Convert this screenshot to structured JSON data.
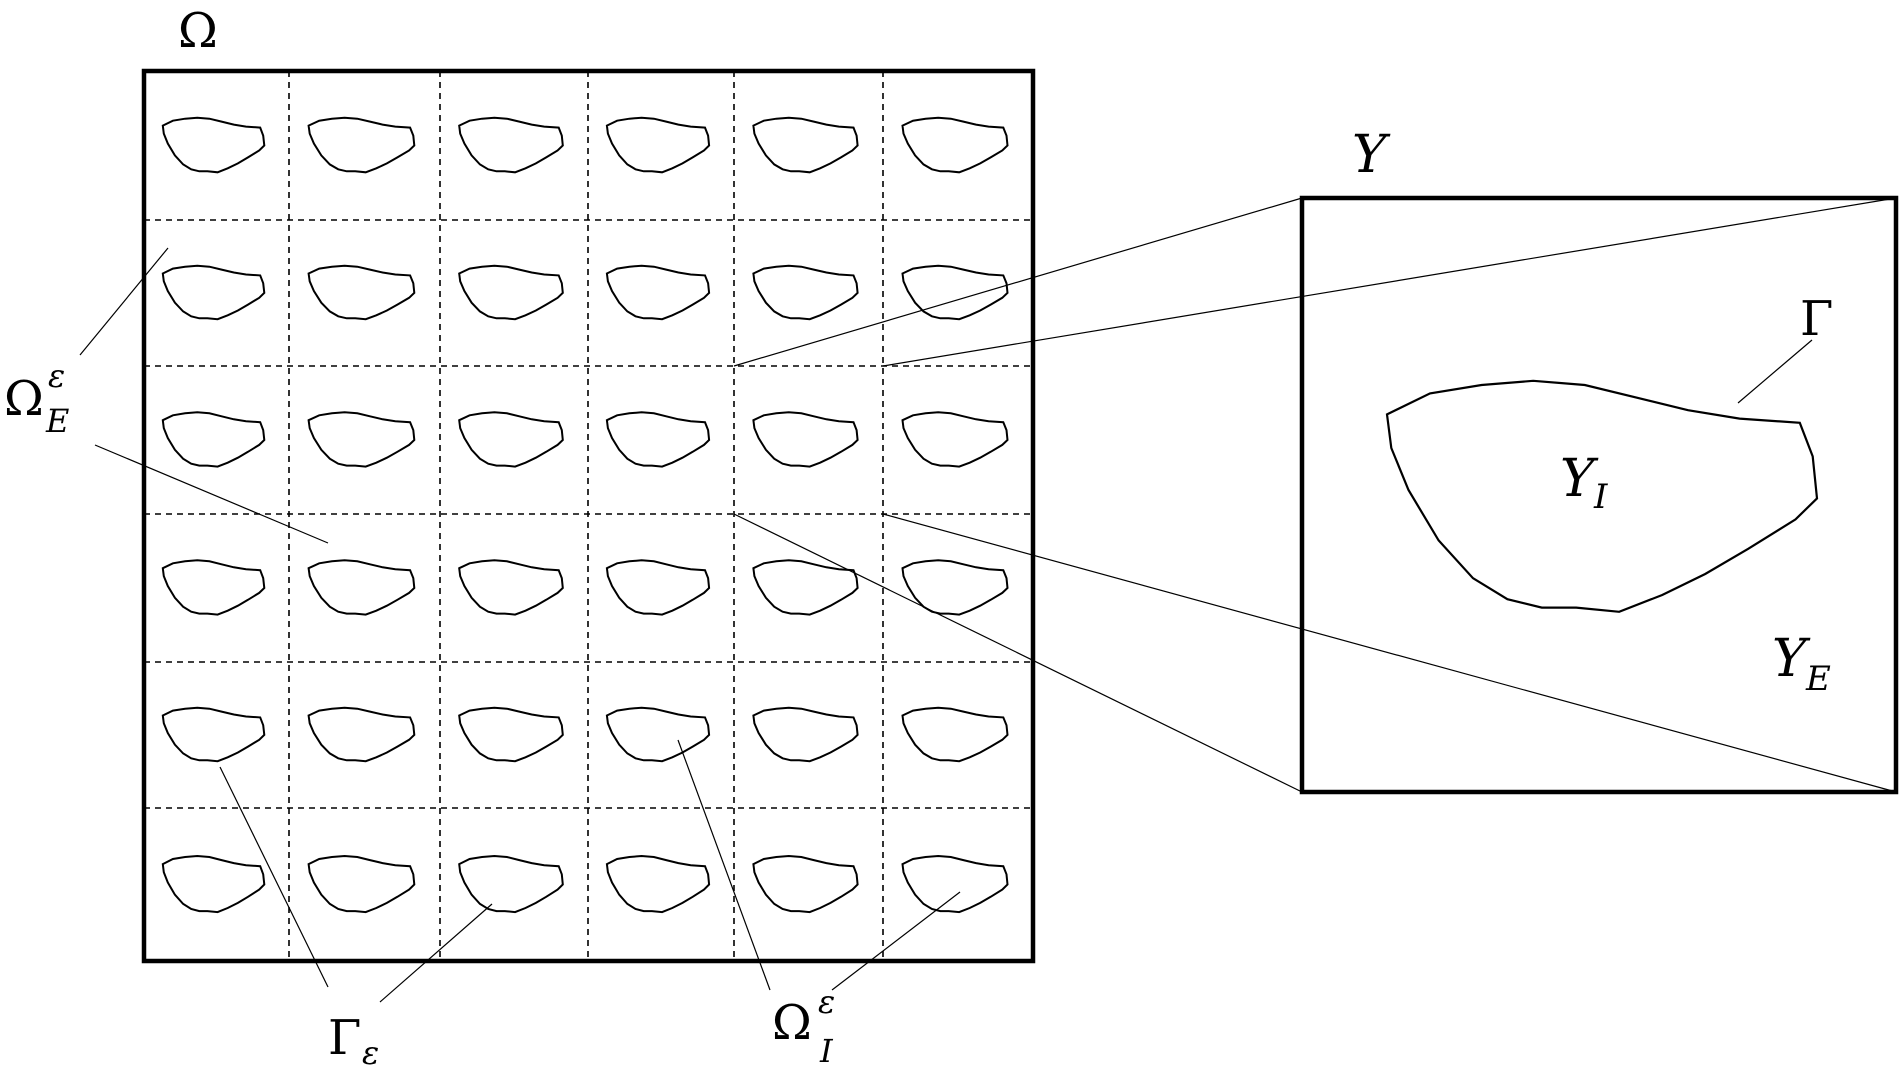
{
  "labels": {
    "omega": "Ω",
    "omega_e_main": "Ω",
    "omega_e_sup": "ε",
    "omega_e_sub": "E",
    "gamma_eps_main": "Γ",
    "gamma_eps_sub": "ε",
    "omega_i_main": "Ω",
    "omega_i_sup": "ε",
    "omega_i_sub": "I",
    "y": "Y",
    "gamma": "Γ",
    "y_i_main": "Y",
    "y_i_sub": "I",
    "y_e_main": "Y",
    "y_e_sub": "E"
  },
  "grid": {
    "rows": 6,
    "columns": 6
  },
  "colors": {
    "stroke": "#000000",
    "background": "#ffffff"
  }
}
